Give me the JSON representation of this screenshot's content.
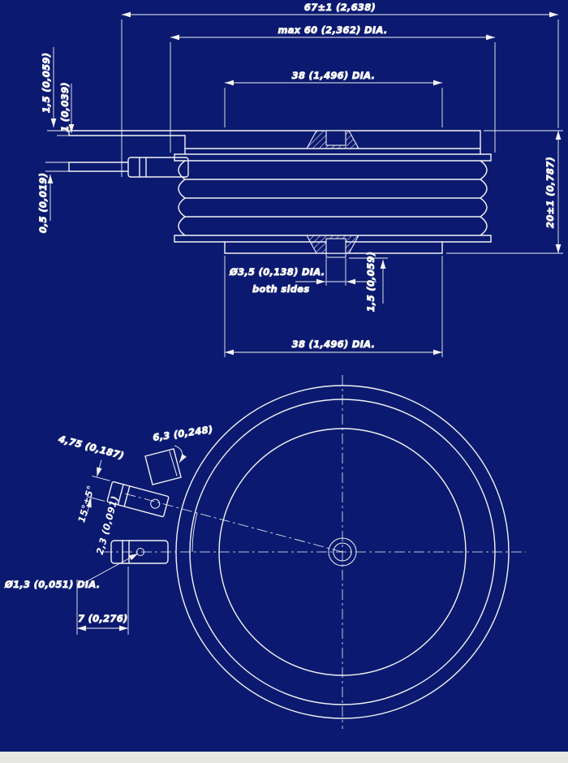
{
  "meta": {
    "bg_color": "#0b1a70",
    "line_color": "#f2f2f2",
    "drawing_type": "disc-thyristor-outline-drawing"
  },
  "drawing": {
    "side_view": {
      "dim_overall_width": "67±1 (2,638)",
      "dim_max_dia": "max 60 (2,362) DIA.",
      "dim_top_contact_dia": "38 (1,496) DIA.",
      "dim_lead_thickness_top": "1,5 (0,059)",
      "dim_lead_thickness_mid": "1 (0,039)",
      "dim_lead_thickness_bottom": "0,5 (0,019)",
      "dim_height": "20±1 (0,787)",
      "dim_gate_hole": "Ø3,5 (0,138) DIA.",
      "dim_gate_hole_note": "both sides",
      "dim_boss_height": "1,5 (0,059)",
      "dim_bottom_contact_dia": "38 (1,496) DIA."
    },
    "plan_view": {
      "dim_terminal_width": "4,75 (0,187)",
      "dim_flag_width": "6,3 (0,248)",
      "dim_lead_angle": "15°±5°",
      "dim_terminal_thickness": "2,3 (0,091)",
      "dim_hole_dia": "Ø1,3 (0,051) DIA.",
      "dim_terminal_length": "7 (0,276)"
    }
  }
}
